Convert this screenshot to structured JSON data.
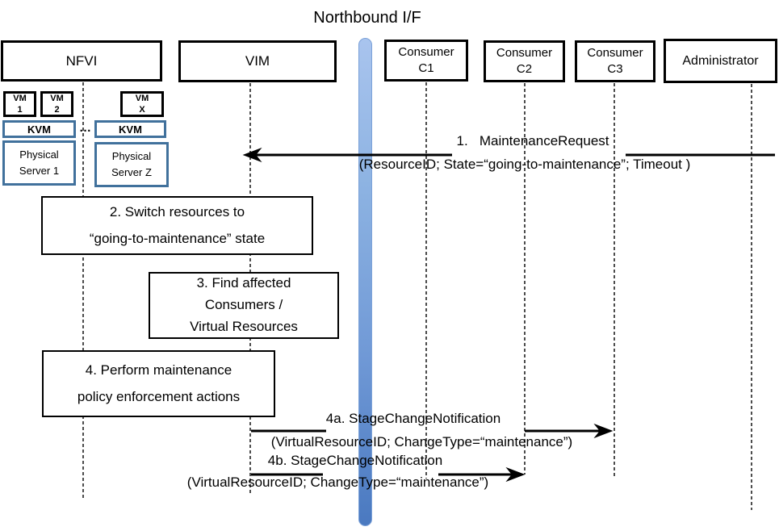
{
  "title": "Northbound I/F",
  "actors": {
    "nfvi": {
      "label": "NFVI"
    },
    "vim": {
      "label": "VIM"
    },
    "consumer1": {
      "line1": "Consumer",
      "line2": "C1"
    },
    "consumer2": {
      "line1": "Consumer",
      "line2": "C2"
    },
    "consumer3": {
      "line1": "Consumer",
      "line2": "C3"
    },
    "administrator": {
      "label": "Administrator"
    }
  },
  "nfvi_internals": {
    "vm1": {
      "line1": "VM",
      "line2": "1"
    },
    "vm2": {
      "line1": "VM",
      "line2": "2"
    },
    "vmx": {
      "line1": "VM",
      "line2": "X"
    },
    "kvm_left": {
      "label": "KVM"
    },
    "kvm_right": {
      "label": "KVM"
    },
    "ellipsis": "…",
    "server1": {
      "line1": "Physical",
      "line2": "Server 1"
    },
    "serverz": {
      "line1": "Physical",
      "line2": "Server Z"
    }
  },
  "steps": {
    "step2": {
      "line1": "2. Switch resources to",
      "line2": "“going-to-maintenance” state"
    },
    "step3": {
      "line1": "3. Find affected",
      "line2": "Consumers /",
      "line3": "Virtual Resources"
    },
    "step4": {
      "line1": "4. Perform maintenance",
      "line2": "policy enforcement actions"
    }
  },
  "messages": {
    "m1": {
      "name": "1.   MaintenanceRequest",
      "params": "(ResourceID; State=“going-to-maintenance”; Timeout )"
    },
    "m4a": {
      "name": "4a. StageChangeNotification",
      "params": "(VirtualResourceID; ChangeType=“maintenance”)"
    },
    "m4b": {
      "name": "4b. StageChangeNotification",
      "params": "(VirtualResourceID; ChangeType=“maintenance”)"
    }
  },
  "colors": {
    "actor_border": "#000000",
    "blue_box_border": "#41719c",
    "bar_top": "#8db3e2",
    "bar_bottom": "#4a79c0",
    "lifeline": "#4d4d4d",
    "arrow": "#000000"
  }
}
